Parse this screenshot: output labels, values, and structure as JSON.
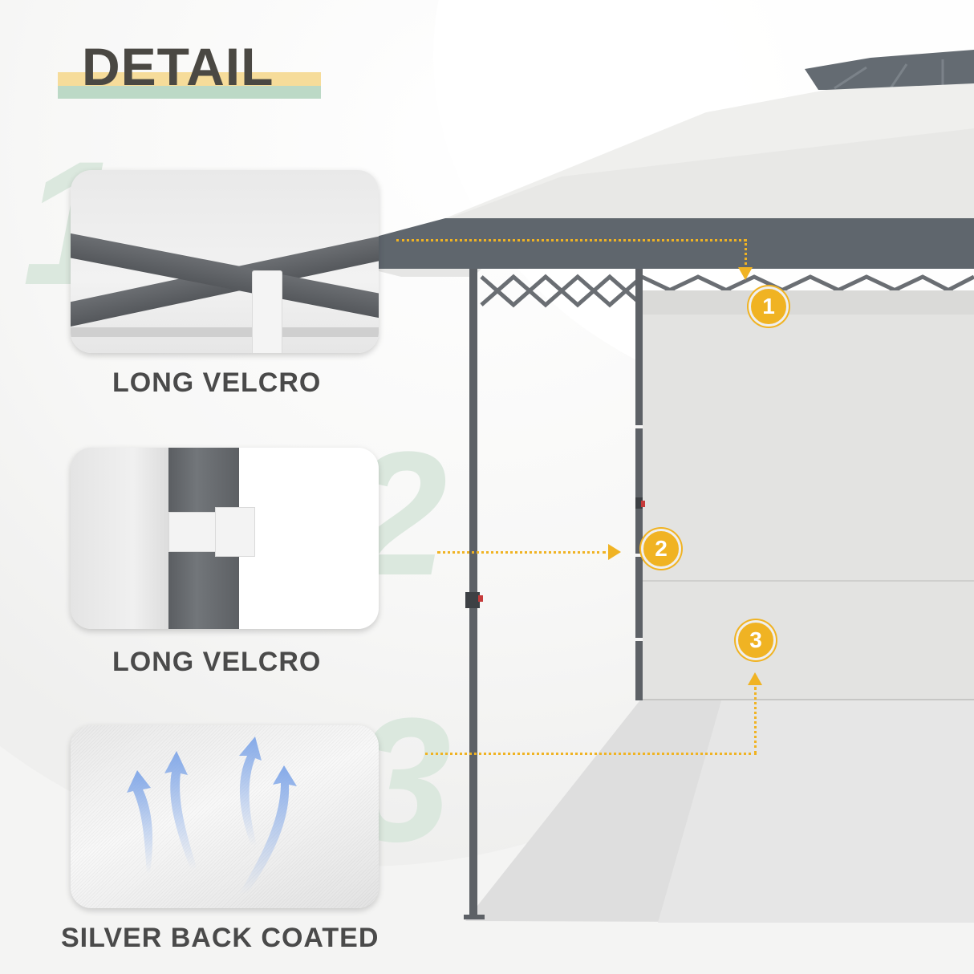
{
  "header": {
    "title": "DETAIL"
  },
  "colors": {
    "accent": "#f0b323",
    "title_text": "#4a4843",
    "stripe_yellow": "#f6dc9a",
    "stripe_green": "#bcd9c6",
    "numeral": "#dbe8de",
    "canopy_trim": "#5f666d",
    "sidewall": "#e4e4e2",
    "arrow_blue": "#7fa6e8"
  },
  "details": [
    {
      "number": "1",
      "label": "LONG VELCRO",
      "image": "velcro-strap-on-crossed-frame-poles"
    },
    {
      "number": "2",
      "label": "LONG VELCRO",
      "image": "velcro-strap-on-vertical-leg"
    },
    {
      "number": "3",
      "label": "SILVER BACK COATED",
      "image": "silver-coated-fabric-with-airflow-arrows"
    }
  ],
  "callouts": [
    {
      "number": "1"
    },
    {
      "number": "2"
    },
    {
      "number": "3"
    }
  ]
}
